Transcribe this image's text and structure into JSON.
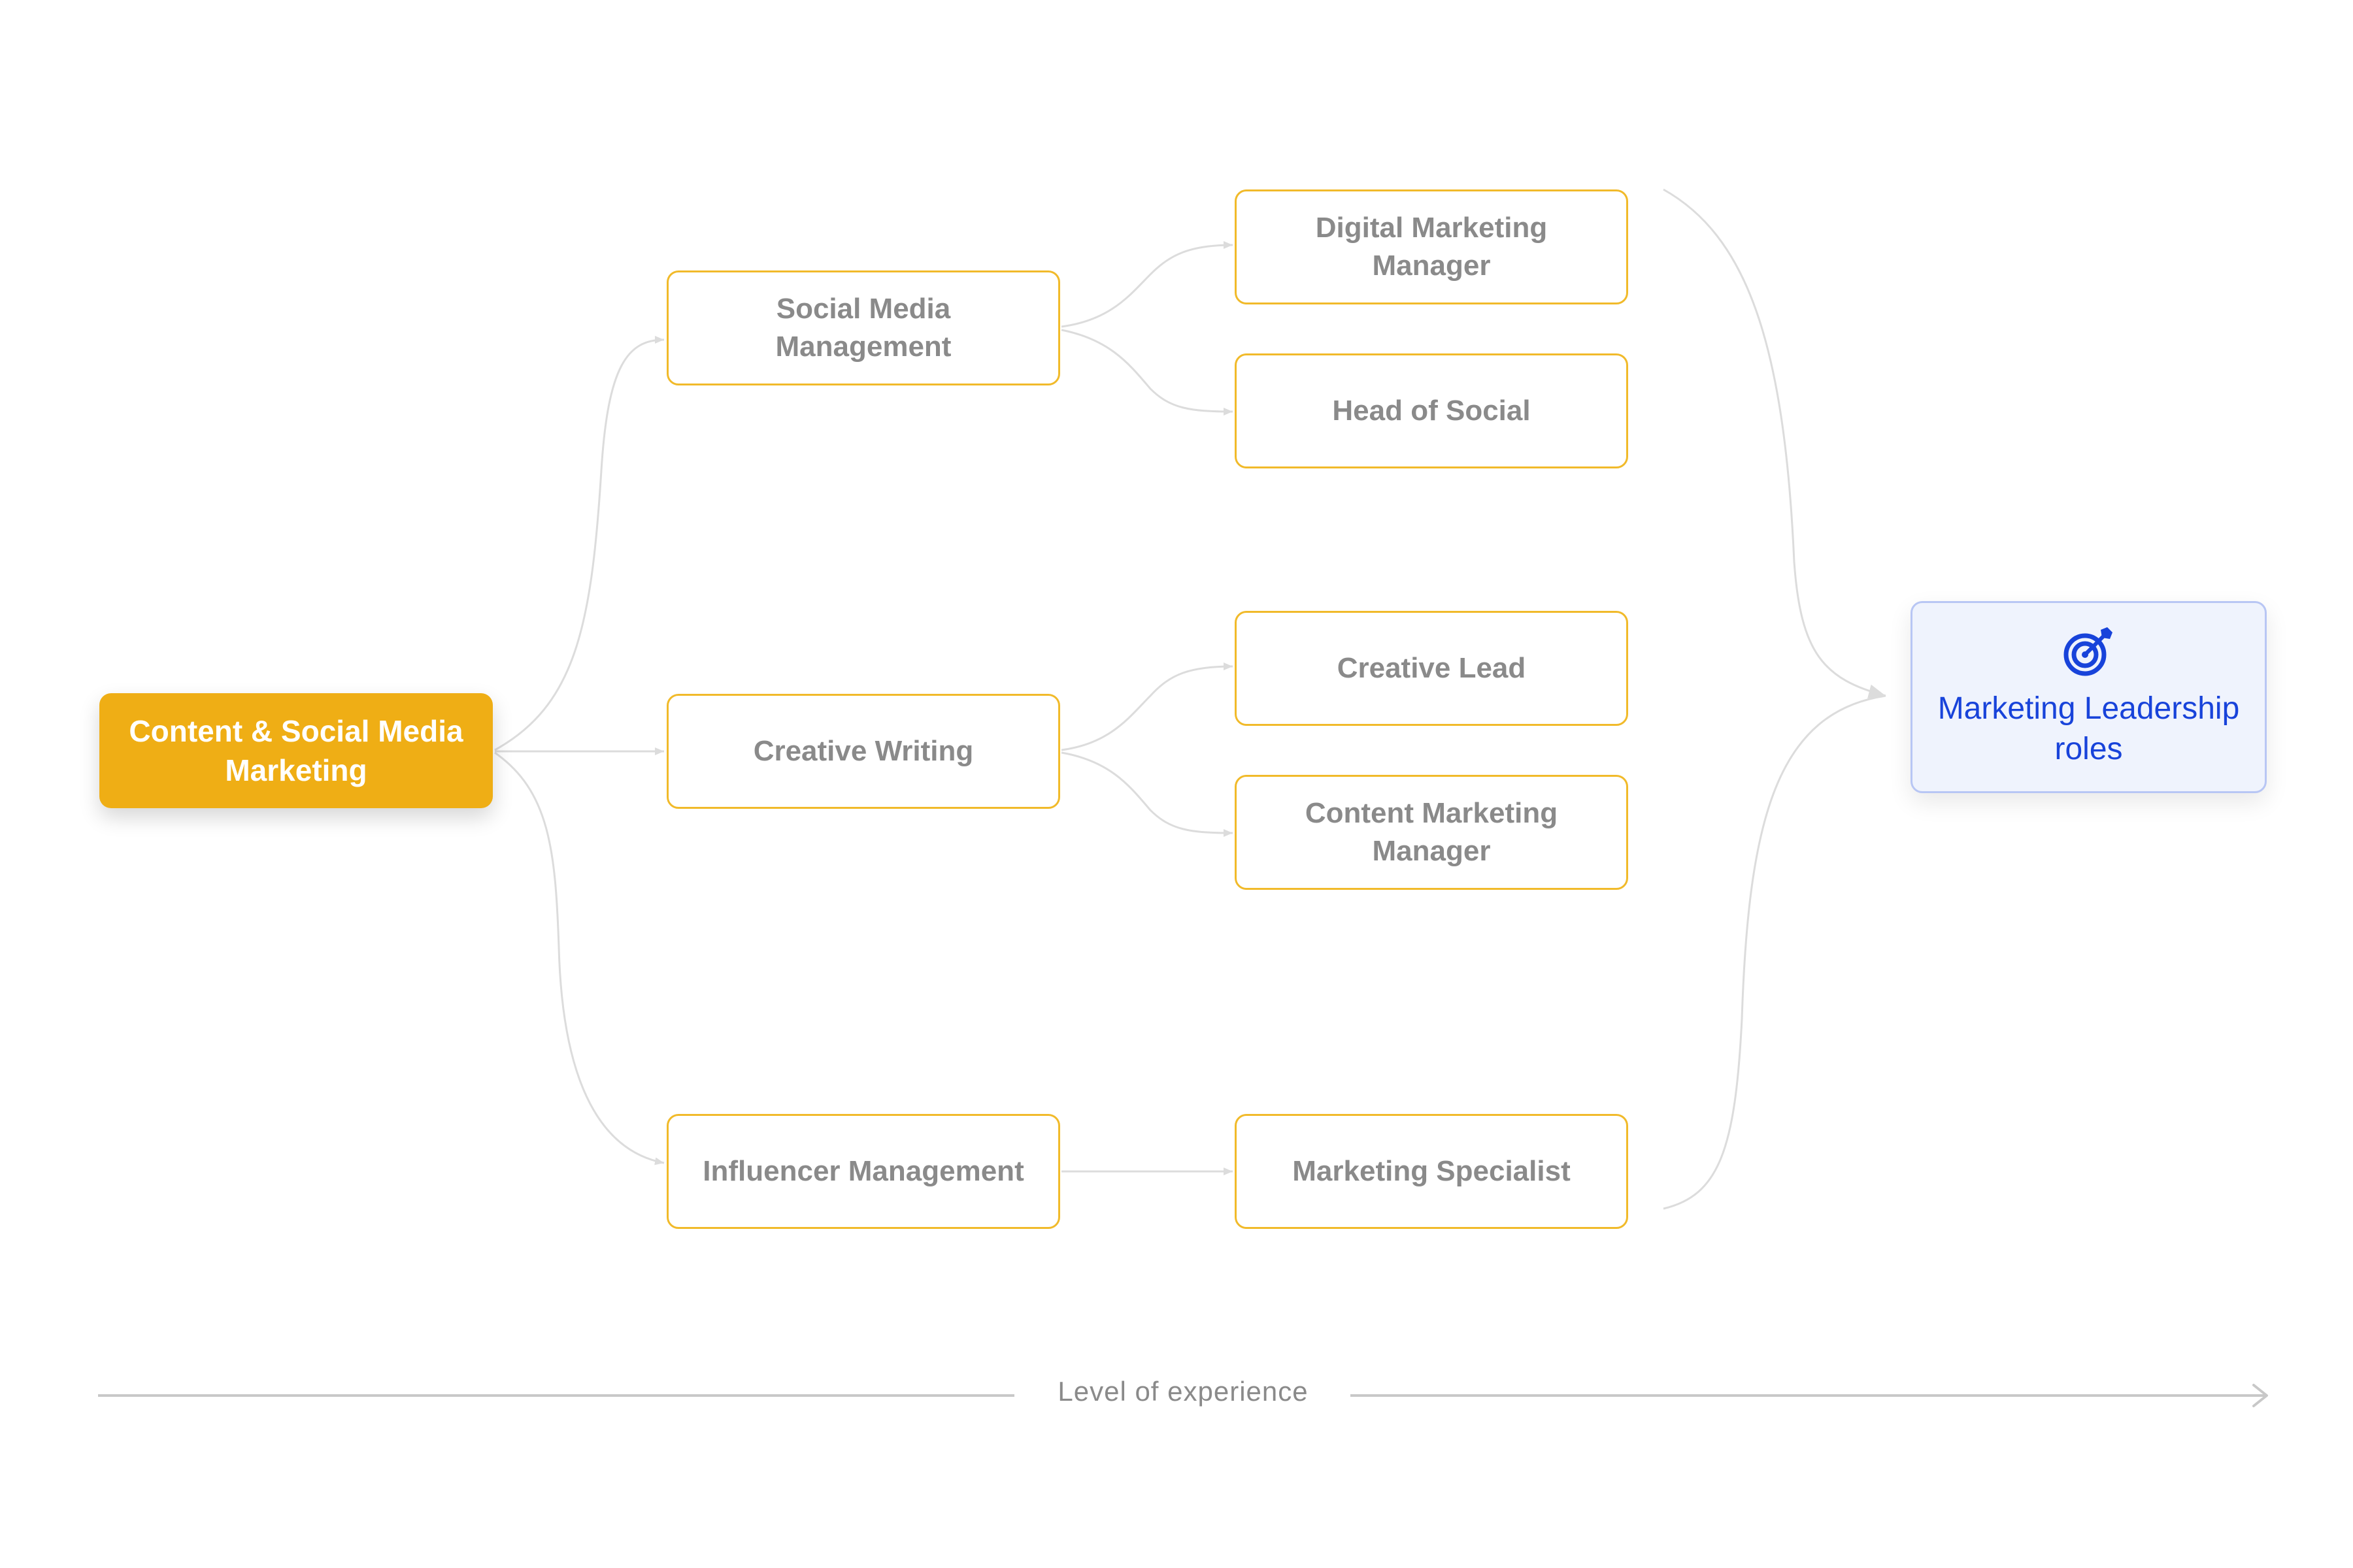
{
  "diagram": {
    "start": {
      "label": "Content & Social Media Marketing"
    },
    "paths": [
      {
        "label": "Social Media Management",
        "next": [
          {
            "label": "Digital Marketing Manager"
          },
          {
            "label": "Head of Social"
          }
        ]
      },
      {
        "label": "Creative Writing",
        "next": [
          {
            "label": "Creative Lead"
          },
          {
            "label": "Content Marketing Manager"
          }
        ]
      },
      {
        "label": "Influencer Management",
        "next": [
          {
            "label": "Marketing Specialist"
          }
        ]
      }
    ],
    "goal": {
      "label": "Marketing Leadership roles",
      "icon": "target-icon"
    },
    "axis": {
      "label": "Level of experience"
    }
  },
  "colors": {
    "start_fill": "#efae15",
    "node_border": "#f1ba2a",
    "node_text": "#8a8a8a",
    "goal_fill": "#eff3fd",
    "goal_border": "#b8c6f4",
    "goal_text": "#1843da",
    "connector": "#dcdcdc",
    "axis": "#c8c8c8"
  }
}
